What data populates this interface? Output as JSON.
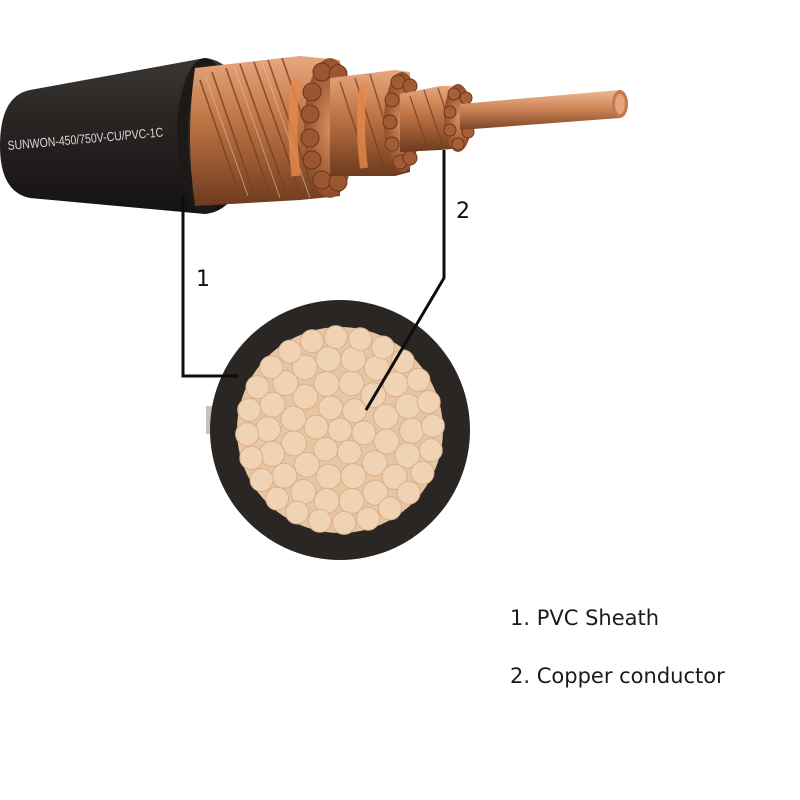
{
  "cable": {
    "print_text": "SUNWON-450/750V-CU/PVC-1C"
  },
  "callouts": [
    {
      "number": "1"
    },
    {
      "number": "2"
    }
  ],
  "legend": [
    {
      "number": "1.",
      "label": "PVC Sheath"
    },
    {
      "number": "2.",
      "label": "Copper conductor"
    }
  ],
  "colors": {
    "sheath": "#2a2624",
    "copper": "#b06a3e",
    "copper_highlight": "#e0a07a",
    "strand_fill": "#f0d2b4",
    "leader_line": "#0d0d0d"
  }
}
